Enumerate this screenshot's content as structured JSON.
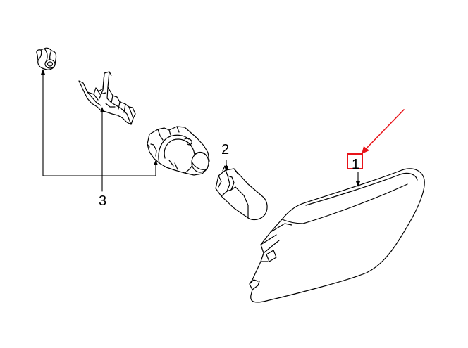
{
  "diagram": {
    "callouts": [
      {
        "id": "1",
        "label": "1",
        "highlighted": true
      },
      {
        "id": "2",
        "label": "2",
        "highlighted": false
      },
      {
        "id": "3",
        "label": "3",
        "highlighted": false
      }
    ],
    "colors": {
      "line": "#000000",
      "highlight": "#e8141a",
      "background": "#ffffff"
    }
  }
}
